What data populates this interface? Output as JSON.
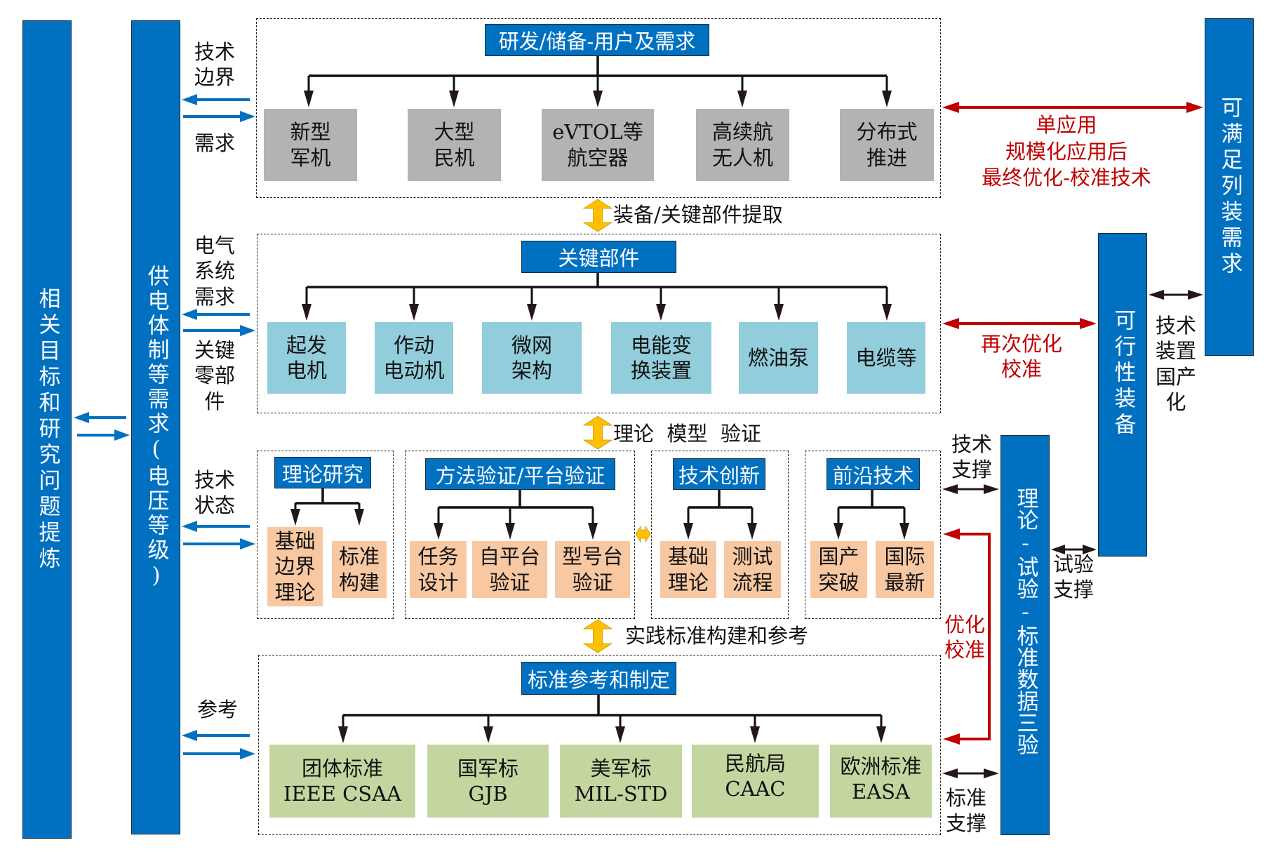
{
  "colors": {
    "bar_blue": "#0070C0",
    "equipment_gray": "#B3B3B3",
    "component_cyan": "#92CDDC",
    "research_peach": "#F8C8A2",
    "standard_green": "#C4D6A0",
    "feedback_red": "#C00000",
    "flow_gold": "#FFC000",
    "link_blue": "#0070C0"
  },
  "left_bars": {
    "goals": "相关目标和研究问题提炼",
    "supply": "供电体制等需求(电压等级)"
  },
  "left_labels": {
    "tech_boundary": "技术\n边界",
    "demand": "需求",
    "electrical_demand": "电气\n系统\n需求",
    "key_parts": "关键\n零部件",
    "tech_status": "技术\n状态",
    "reference": "参考"
  },
  "sections": {
    "equipment": {
      "title": "研发/储备-用户及需求",
      "items": [
        "新型\n军机",
        "大型\n民机",
        "eVTOL等\n航空器",
        "高续航\n无人机",
        "分布式\n推进"
      ]
    },
    "components": {
      "title": "关键部件",
      "items": [
        "起发\n电机",
        "作动\n电动机",
        "微网\n架构",
        "电能变\n换装置",
        "燃油泵",
        "电缆等"
      ]
    },
    "research": {
      "theory": {
        "title": "理论研究",
        "items": [
          "基础\n边界\n理论",
          "标准\n构建"
        ]
      },
      "method": {
        "title": "方法验证/平台验证",
        "items": [
          "任务\n设计",
          "自平台\n验证",
          "型号台\n验证"
        ]
      },
      "innovation": {
        "title": "技术创新",
        "items": [
          "基础\n理论",
          "测试\n流程"
        ]
      },
      "frontier": {
        "title": "前沿技术",
        "items": [
          "国产\n突破",
          "国际\n最新"
        ]
      }
    },
    "standards": {
      "title": "标准参考和制定",
      "items": [
        "团体标准\nIEEE CSAA",
        "国军标\nGJB",
        "美军标\nMIL-STD",
        "民航局\nCAAC",
        "欧洲标准\nEASA"
      ]
    }
  },
  "flow_labels": {
    "extract": "装备/关键部件提取",
    "theory_model": "理论  模型  验证",
    "practice": "实践标准构建和参考"
  },
  "right_bars": {
    "deployable": "可满足列装需求",
    "feasible": "可行性装备",
    "three_tests": "理论-试验-标准数据三验"
  },
  "right_labels": {
    "single_app": "单应用\n规模化应用后\n最终优化-校准技术",
    "reoptimize": "再次优化\n校准",
    "localization": "技术\n装置\n国产\n化",
    "tech_support": "技术\n支撑",
    "optimize_calibrate": "优化\n校准",
    "standard_support": "标准\n支撑",
    "test_support": "试验\n支撑"
  }
}
